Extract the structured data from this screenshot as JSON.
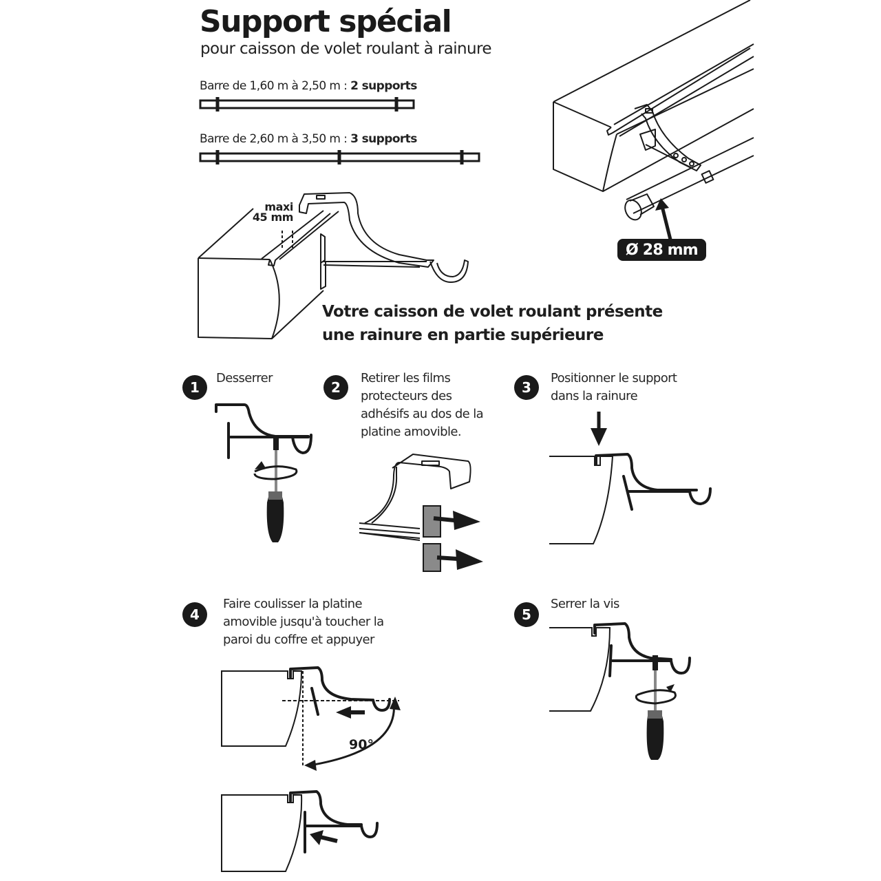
{
  "header": {
    "title": "Support spécial",
    "subtitle": "pour caisson de volet roulant à rainure"
  },
  "bar_rules": [
    {
      "label": "Barre de 1,60 m à 2,50 m : ",
      "supports": "2 supports",
      "support_count": 2
    },
    {
      "label": "Barre de 2,60 m à 3,50 m : ",
      "supports": "3 supports",
      "support_count": 3
    }
  ],
  "overview": {
    "groove_max_label": "maxi",
    "groove_max_value": "45 mm",
    "notice_line1": "Votre caisson de volet roulant présente",
    "notice_line2": "une rainure en partie supérieure",
    "rod_diameter": "Ø 28 mm"
  },
  "steps": [
    {
      "number": "1",
      "lines": [
        "Desserrer"
      ],
      "icon": "screwdriver-loosen"
    },
    {
      "number": "2",
      "lines": [
        "Retirer les films",
        "protecteurs des",
        "adhésifs au dos de la",
        "platine amovible."
      ],
      "icon": "remove-adhesive-films"
    },
    {
      "number": "3",
      "lines": [
        "Positionner le support",
        "dans la rainure"
      ],
      "icon": "insert-in-groove"
    },
    {
      "number": "4",
      "lines": [
        "Faire coulisser la platine",
        "amovible jusqu'à toucher la",
        "paroi du coffre et appuyer"
      ],
      "icon": "slide-plate",
      "angle_label": "90°"
    },
    {
      "number": "5",
      "lines": [
        "Serrer la vis"
      ],
      "icon": "screwdriver-tighten"
    }
  ],
  "colors": {
    "ink": "#1a1a1a",
    "background": "#ffffff",
    "adhesive_film": "#8a8a8a"
  }
}
